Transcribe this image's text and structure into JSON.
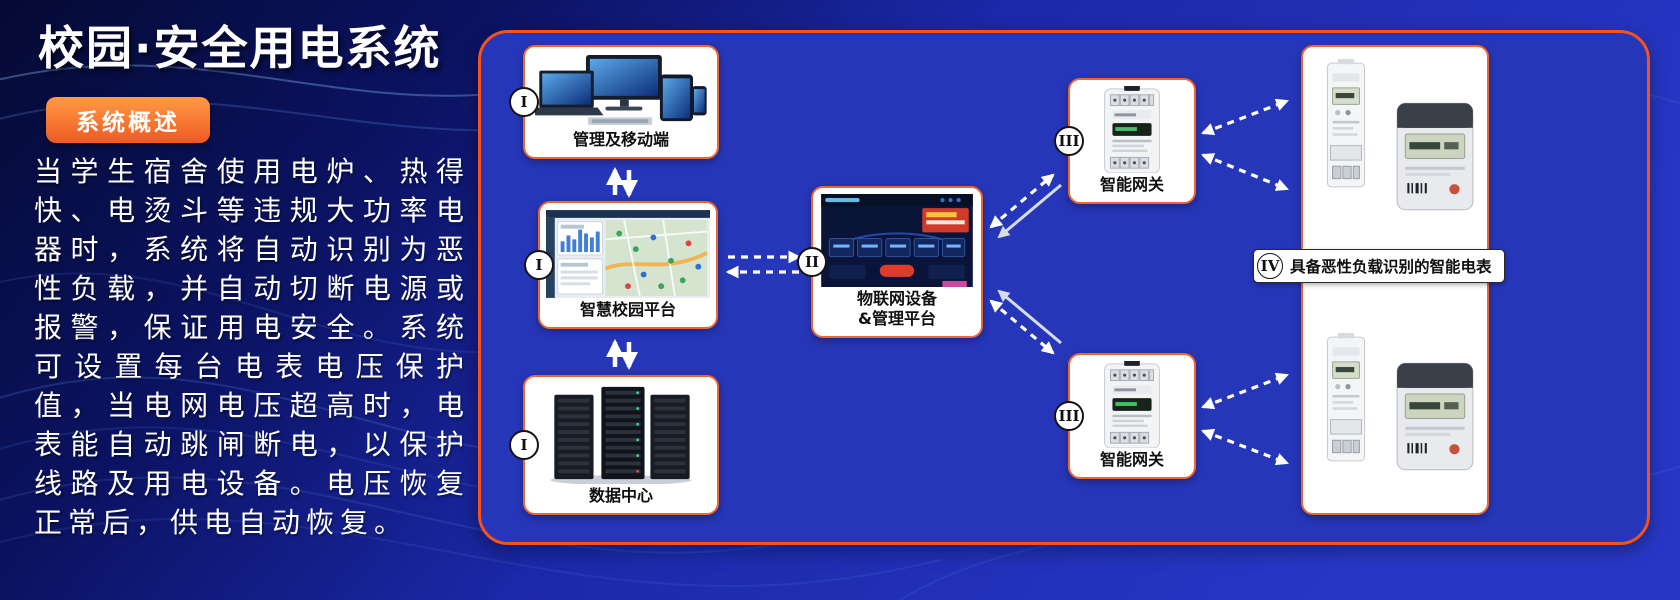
{
  "header": {
    "title": "校园·安全用电系统",
    "badge": "系统概述"
  },
  "overview": {
    "text": "当学生宿舍使用电炉、热得快、电烫斗等违规大功率电器时，系统将自动识别为恶性负载，并自动切断电源或报警，保证用电安全。系统可设置每台电表电压保护值，当电网电压超高时，电表能自动跳闸断电，以保护线路及用电设备。电压恢复正常后，供电自动恢复。"
  },
  "diagram": {
    "management": {
      "numeral": "I",
      "label": "管理及移动端"
    },
    "platform": {
      "numeral": "I",
      "label": "智慧校园平台"
    },
    "datacenter": {
      "numeral": "I",
      "label": "数据中心"
    },
    "iot": {
      "numeral": "II",
      "label1": "物联网设备",
      "label2": "&管理平台"
    },
    "gateway_top": {
      "numeral": "III",
      "label": "智能网关"
    },
    "gateway_bottom": {
      "numeral": "III",
      "label": "智能网关"
    },
    "meters": {
      "numeral": "IV",
      "label": "具备恶性负载识别的智能电表"
    }
  },
  "colors": {
    "accent_orange": "#f4521e",
    "box_border_orange": "#ef6530",
    "panel_blue": "#2636b8",
    "background_navy": "#0a1160"
  }
}
